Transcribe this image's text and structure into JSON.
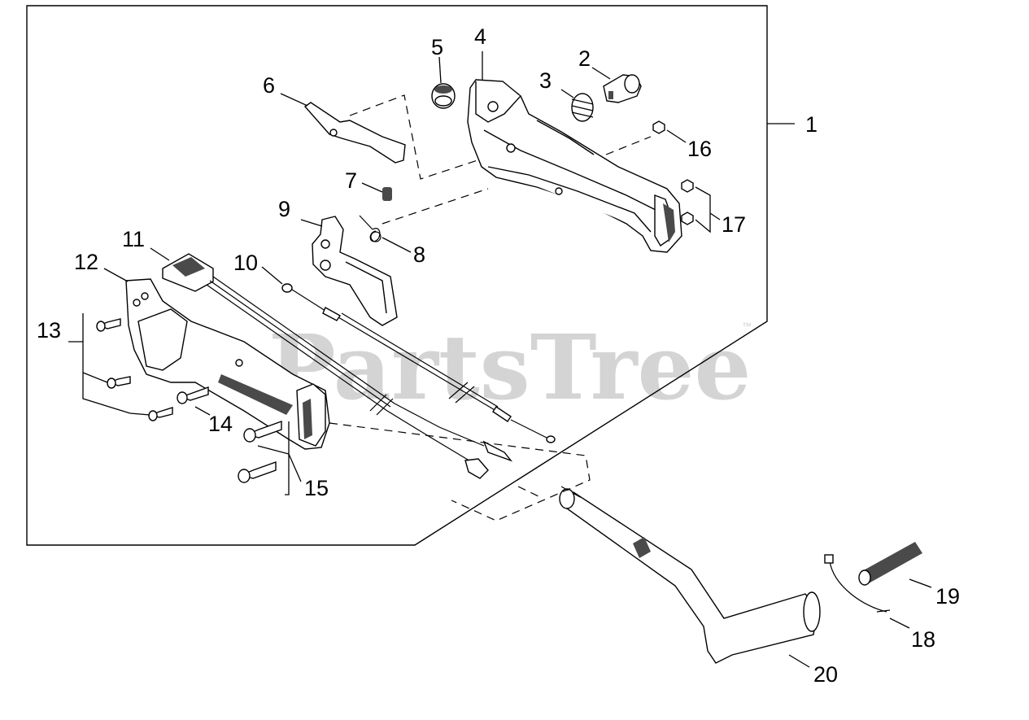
{
  "watermark": {
    "text": "PartsTree",
    "trademark": "™"
  },
  "callouts": {
    "c1": "1",
    "c2": "2",
    "c3": "3",
    "c4": "4",
    "c5": "5",
    "c6": "6",
    "c7": "7",
    "c8": "8",
    "c9": "9",
    "c10": "10",
    "c11": "11",
    "c12": "12",
    "c13": "13",
    "c14": "14",
    "c15": "15",
    "c16": "16",
    "c17": "17",
    "c18": "18",
    "c19": "19",
    "c20": "20"
  }
}
